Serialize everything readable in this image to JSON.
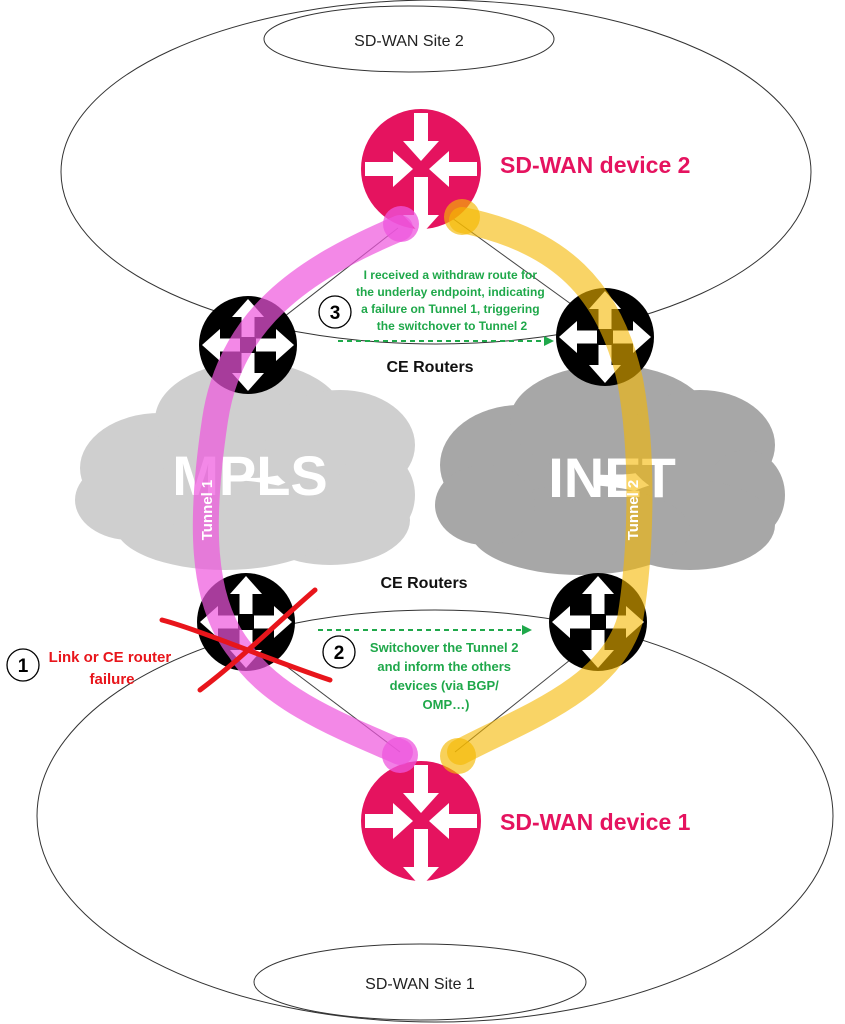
{
  "sites": {
    "top_label": "SD-WAN Site 2",
    "bottom_label": "SD-WAN Site 1"
  },
  "devices": {
    "top_label": "SD-WAN device 2",
    "bottom_label": "SD-WAN device 1",
    "color": "#e5135f"
  },
  "clouds": {
    "left_label": "MPLS",
    "right_label": "INET"
  },
  "ce_routers": {
    "top_label": "CE Routers",
    "bottom_label": "CE Routers"
  },
  "tunnels": {
    "tunnel1_label": "Tunnel 1",
    "tunnel2_label": "Tunnel 2",
    "tunnel1_color": "#ee82e6",
    "tunnel2_color": "#f5c842"
  },
  "steps": {
    "step1_number": "1",
    "step1_lines": [
      "Link or CE router",
      "failure"
    ],
    "step2_number": "2",
    "step2_lines": [
      "Switchover the Tunnel 2",
      "and inform the others",
      "devices (via BGP/",
      "OMP…)"
    ],
    "step3_number": "3",
    "step3_lines": [
      "I received a withdraw route for",
      "the underlay endpoint, indicating",
      "a failure on Tunnel 1, triggering",
      "the switchover to Tunnel 2"
    ],
    "failure_color": "#e8151b",
    "message_color": "#1fa84a"
  },
  "icons": {
    "router": "router-icon",
    "failure": "cross-icon"
  }
}
